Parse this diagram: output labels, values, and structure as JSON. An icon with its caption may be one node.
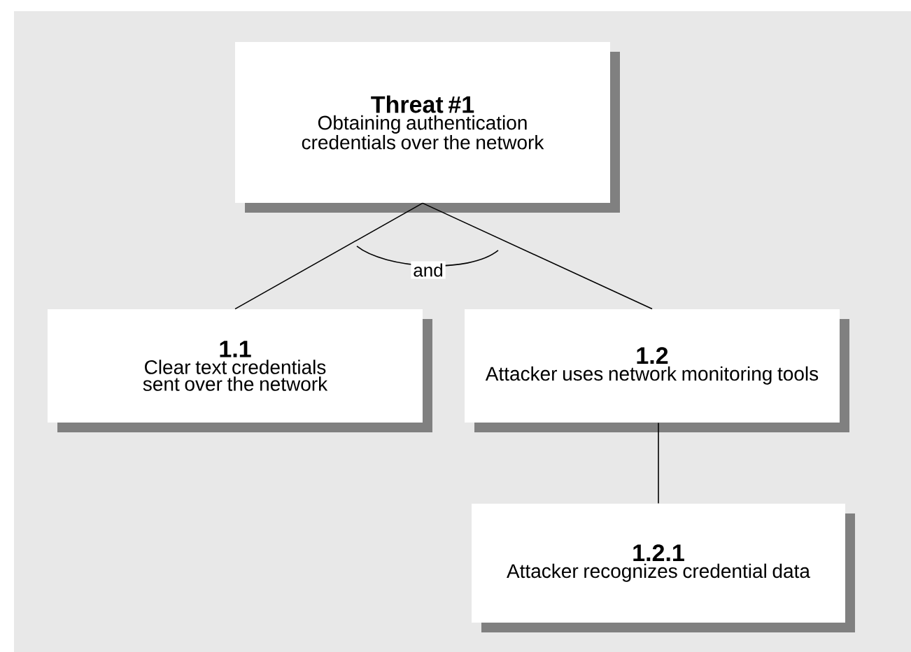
{
  "diagram": {
    "nodes": [
      {
        "text": [
          "Threat #1",
          "Obtaining authentication credentials over the network"
        ]
      },
      {
        "text": [
          "1.1",
          "Clear text credentials sent over the network"
        ]
      },
      {
        "text": [
          "1.2",
          "Attacker uses network monitoring tools"
        ]
      },
      {
        "text": [
          "1.2.1",
          "Attacker recognizes credential data"
        ]
      }
    ],
    "edges": [
      {
        "from": 0,
        "to": 1,
        "arrow": "none"
      },
      {
        "from": 0,
        "to": 2,
        "arrow": "none"
      },
      {
        "from": 2,
        "to": 3,
        "arrow": "none"
      }
    ],
    "labels": [
      "and"
    ]
  }
}
